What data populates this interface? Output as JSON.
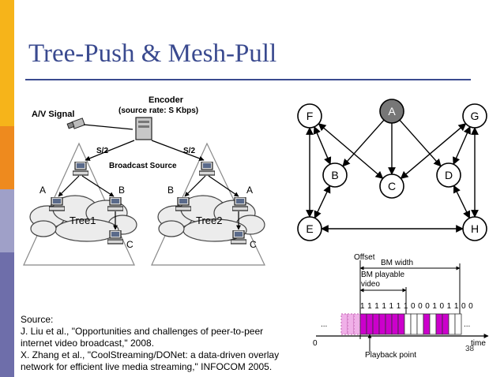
{
  "slide": {
    "title": "Tree-Push & Mesh-Pull",
    "page_number": "38",
    "colors": {
      "title": "#3a4a8f",
      "sidebar": [
        "#f6b41a",
        "#ee8a1e",
        "#9fa0c8",
        "#6e6eaa"
      ],
      "playable_fill": "#cc00cc",
      "buffered_fill": "#f0b0e8",
      "node_highlight": "#777777"
    },
    "source": {
      "lines": [
        "Source:",
        "J. Liu et al., \"Opportunities and challenges of peer-to-peer",
        "internet video broadcast,\" 2008.",
        "X. Zhang et al., \"CoolStreaming/DONet: a data-driven overlay",
        "network for efficient live media streaming,\" INFOCOM 2005."
      ]
    }
  },
  "tree_push": {
    "signal_label": "A/V Signal",
    "encoder_label": "Encoder",
    "encoder_rate": "(source rate: S Kbps)",
    "left_rate": "S/2",
    "right_rate": "S/2",
    "broadcast_label": "Broadcast Source",
    "tree1": {
      "name": "Tree1",
      "left": "A",
      "right": "B",
      "bottom": "C"
    },
    "tree2": {
      "name": "Tree2",
      "left": "B",
      "right": "A",
      "bottom": "C"
    }
  },
  "mesh_pull": {
    "nodes": [
      {
        "id": "A",
        "highlight": true
      },
      {
        "id": "F",
        "highlight": false
      },
      {
        "id": "G",
        "highlight": false
      },
      {
        "id": "B",
        "highlight": false
      },
      {
        "id": "C",
        "highlight": false
      },
      {
        "id": "D",
        "highlight": false
      },
      {
        "id": "E",
        "highlight": false
      },
      {
        "id": "H",
        "highlight": false
      }
    ],
    "edges": [
      {
        "from": "A",
        "to": "B",
        "dir": "forward"
      },
      {
        "from": "A",
        "to": "C",
        "dir": "forward"
      },
      {
        "from": "A",
        "to": "D",
        "dir": "forward"
      },
      {
        "from": "F",
        "to": "B",
        "dir": "both"
      },
      {
        "from": "F",
        "to": "C",
        "dir": "both"
      },
      {
        "from": "F",
        "to": "E",
        "dir": "both"
      },
      {
        "from": "G",
        "to": "D",
        "dir": "both"
      },
      {
        "from": "G",
        "to": "C",
        "dir": "both"
      },
      {
        "from": "G",
        "to": "H",
        "dir": "both"
      },
      {
        "from": "B",
        "to": "E",
        "dir": "both"
      },
      {
        "from": "D",
        "to": "H",
        "dir": "both"
      },
      {
        "from": "E",
        "to": "H",
        "dir": "both"
      }
    ]
  },
  "buffer_map": {
    "offset_label": "Offset",
    "width_label": "BM width",
    "playable_label_1": "BM playable",
    "playable_label_2": "video",
    "bits": "1 1 1 1 1 1 1 0 0 0 1 0 1 1 0 0",
    "zero_label": "0",
    "time_label": "time",
    "playback_label": "Playback point",
    "ellipsis": "...",
    "cells": [
      1,
      1,
      1,
      1,
      1,
      1,
      1,
      0,
      0,
      0,
      1,
      0,
      1,
      1,
      0,
      0
    ],
    "buffered_cells": 3
  }
}
